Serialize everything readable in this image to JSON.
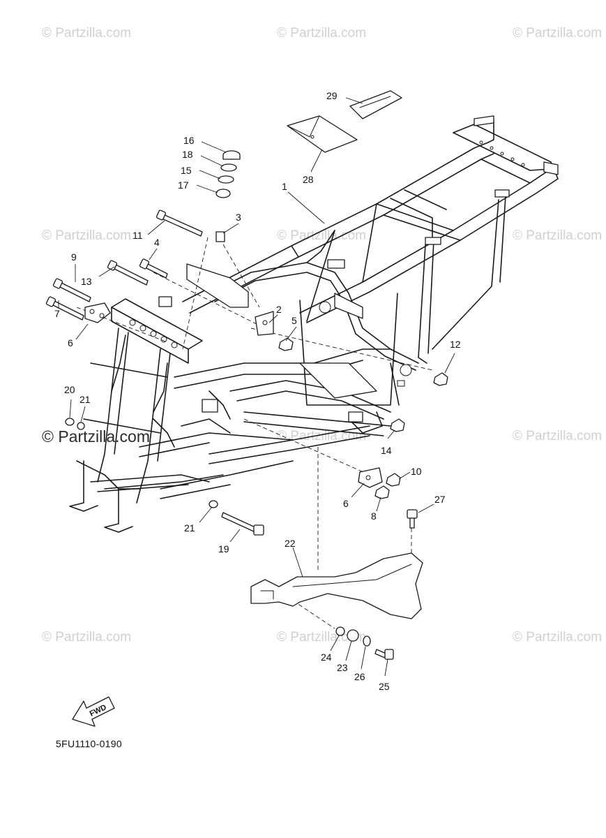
{
  "watermarks": {
    "site": "© Partzilla.com"
  },
  "diagram": {
    "code": "5FU1110-0190",
    "fwd_label": "FWD",
    "callouts": [
      {
        "id": "c1",
        "label": "1"
      },
      {
        "id": "c2",
        "label": "2"
      },
      {
        "id": "c3",
        "label": "3"
      },
      {
        "id": "c4",
        "label": "4"
      },
      {
        "id": "c5",
        "label": "5"
      },
      {
        "id": "c6a",
        "label": "6"
      },
      {
        "id": "c6b",
        "label": "6"
      },
      {
        "id": "c7",
        "label": "7"
      },
      {
        "id": "c8",
        "label": "8"
      },
      {
        "id": "c9",
        "label": "9"
      },
      {
        "id": "c10",
        "label": "10"
      },
      {
        "id": "c11",
        "label": "11"
      },
      {
        "id": "c12",
        "label": "12"
      },
      {
        "id": "c13",
        "label": "13"
      },
      {
        "id": "c14",
        "label": "14"
      },
      {
        "id": "c15",
        "label": "15"
      },
      {
        "id": "c16",
        "label": "16"
      },
      {
        "id": "c17",
        "label": "17"
      },
      {
        "id": "c18",
        "label": "18"
      },
      {
        "id": "c19",
        "label": "19"
      },
      {
        "id": "c20",
        "label": "20"
      },
      {
        "id": "c21a",
        "label": "21"
      },
      {
        "id": "c21b",
        "label": "21"
      },
      {
        "id": "c22",
        "label": "22"
      },
      {
        "id": "c23",
        "label": "23"
      },
      {
        "id": "c24",
        "label": "24"
      },
      {
        "id": "c25",
        "label": "25"
      },
      {
        "id": "c26",
        "label": "26"
      },
      {
        "id": "c27",
        "label": "27"
      },
      {
        "id": "c28",
        "label": "28"
      },
      {
        "id": "c29",
        "label": "29"
      }
    ]
  }
}
